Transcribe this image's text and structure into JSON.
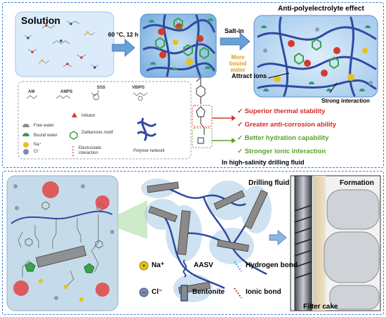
{
  "top": {
    "solution_label": "Solution",
    "condition_label": "60 °C, 12 h",
    "salt_in_label": "Salt-in",
    "more_bound_water_label": "More bound water",
    "anti_polyelectrolyte_label": "Anti-polyelectrolyte effect",
    "attract_ions_label": "Attract ions",
    "strong_interaction_label": "Strong interaction",
    "monomers": [
      "AM",
      "AMPS",
      "SSS",
      "VBIPS"
    ],
    "legend": {
      "free_water": "Free water",
      "initiator": "Initiator",
      "bound_water": "Bound water",
      "na": "Na⁺",
      "cl": "Cl⁻",
      "zwitterionic": "Zwitterionic motif",
      "electrostatic": "Electrostatic interaction",
      "polymer_network": "Polymer network"
    },
    "properties": [
      {
        "text": "✓ Superior thermal stability",
        "color": "#d42a2a"
      },
      {
        "text": "✓ Greater anti-corrosion ability",
        "color": "#d42a2a"
      },
      {
        "text": "✓ Better hydration capability",
        "color": "#5aa02c"
      },
      {
        "text": "✓ Stronger ionic interaction",
        "color": "#5aa02c"
      }
    ],
    "context_label": "In high-salinity drilling fluid"
  },
  "bottom": {
    "drilling_fluid_label": "Drilling fluid",
    "formation_label": "Formation",
    "filter_cake_label": "Filter cake",
    "legend": {
      "na": "Na⁺",
      "cl": "Cl⁻",
      "aasv": "AASV",
      "bentonite": "Bentonite",
      "hydrogen_bond": "Hydrogen bond",
      "ionic_bond": "Ionic bond"
    }
  },
  "colors": {
    "panel_border": "#3a7bd5",
    "polymer": "#2f4aa0",
    "bound_water": "#2e9b6b",
    "anion": "#d63a2a",
    "cation": "#e8c21a",
    "zwitterion": "#3aa34a",
    "title_blue": "#1a3d8f",
    "salt_in_orange": "#e09a1a"
  }
}
